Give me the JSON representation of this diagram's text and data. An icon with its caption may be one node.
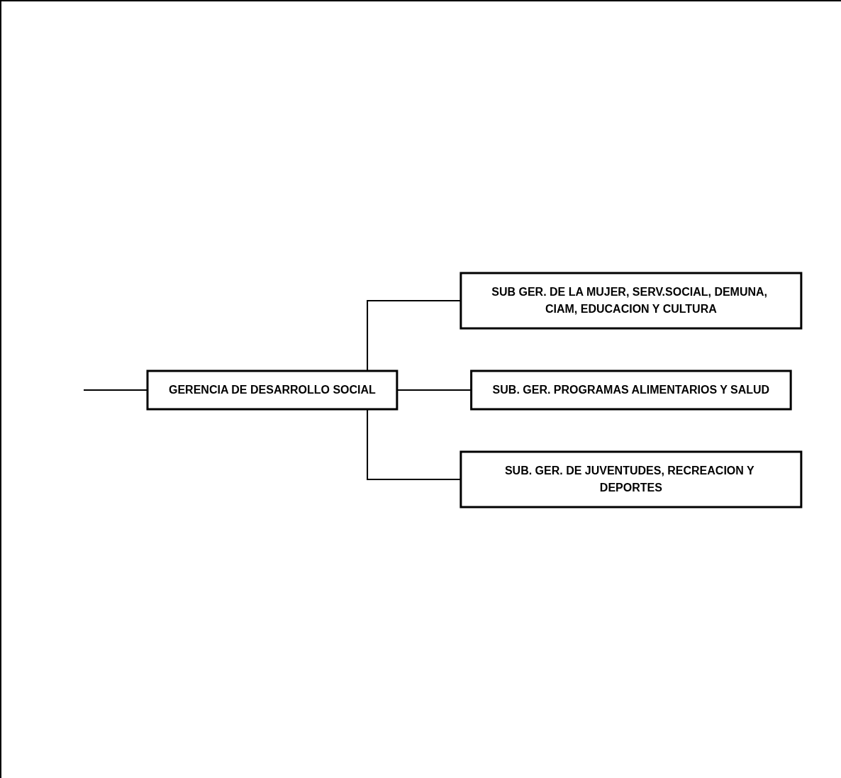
{
  "diagram": {
    "nodes": [
      {
        "text": [
          "GERENCIA DE DESARROLLO SOCIAL"
        ]
      },
      {
        "text": [
          "SUB GER. DE LA MUJER, SERV.SOCIAL, DEMUNA, CIAM, EDUCACION Y CULTURA"
        ]
      },
      {
        "text": [
          "SUB. GER. PROGRAMAS ALIMENTARIOS Y SALUD"
        ]
      },
      {
        "text": [
          "SUB. GER. DE JUVENTUDES, RECREACION Y DEPORTES"
        ]
      }
    ],
    "edges": [
      {
        "from": null,
        "to": 0,
        "arrow": "none"
      },
      {
        "from": 0,
        "to": 1,
        "arrow": "none"
      },
      {
        "from": 0,
        "to": 2,
        "arrow": "none"
      },
      {
        "from": 0,
        "to": 3,
        "arrow": "none"
      }
    ]
  }
}
